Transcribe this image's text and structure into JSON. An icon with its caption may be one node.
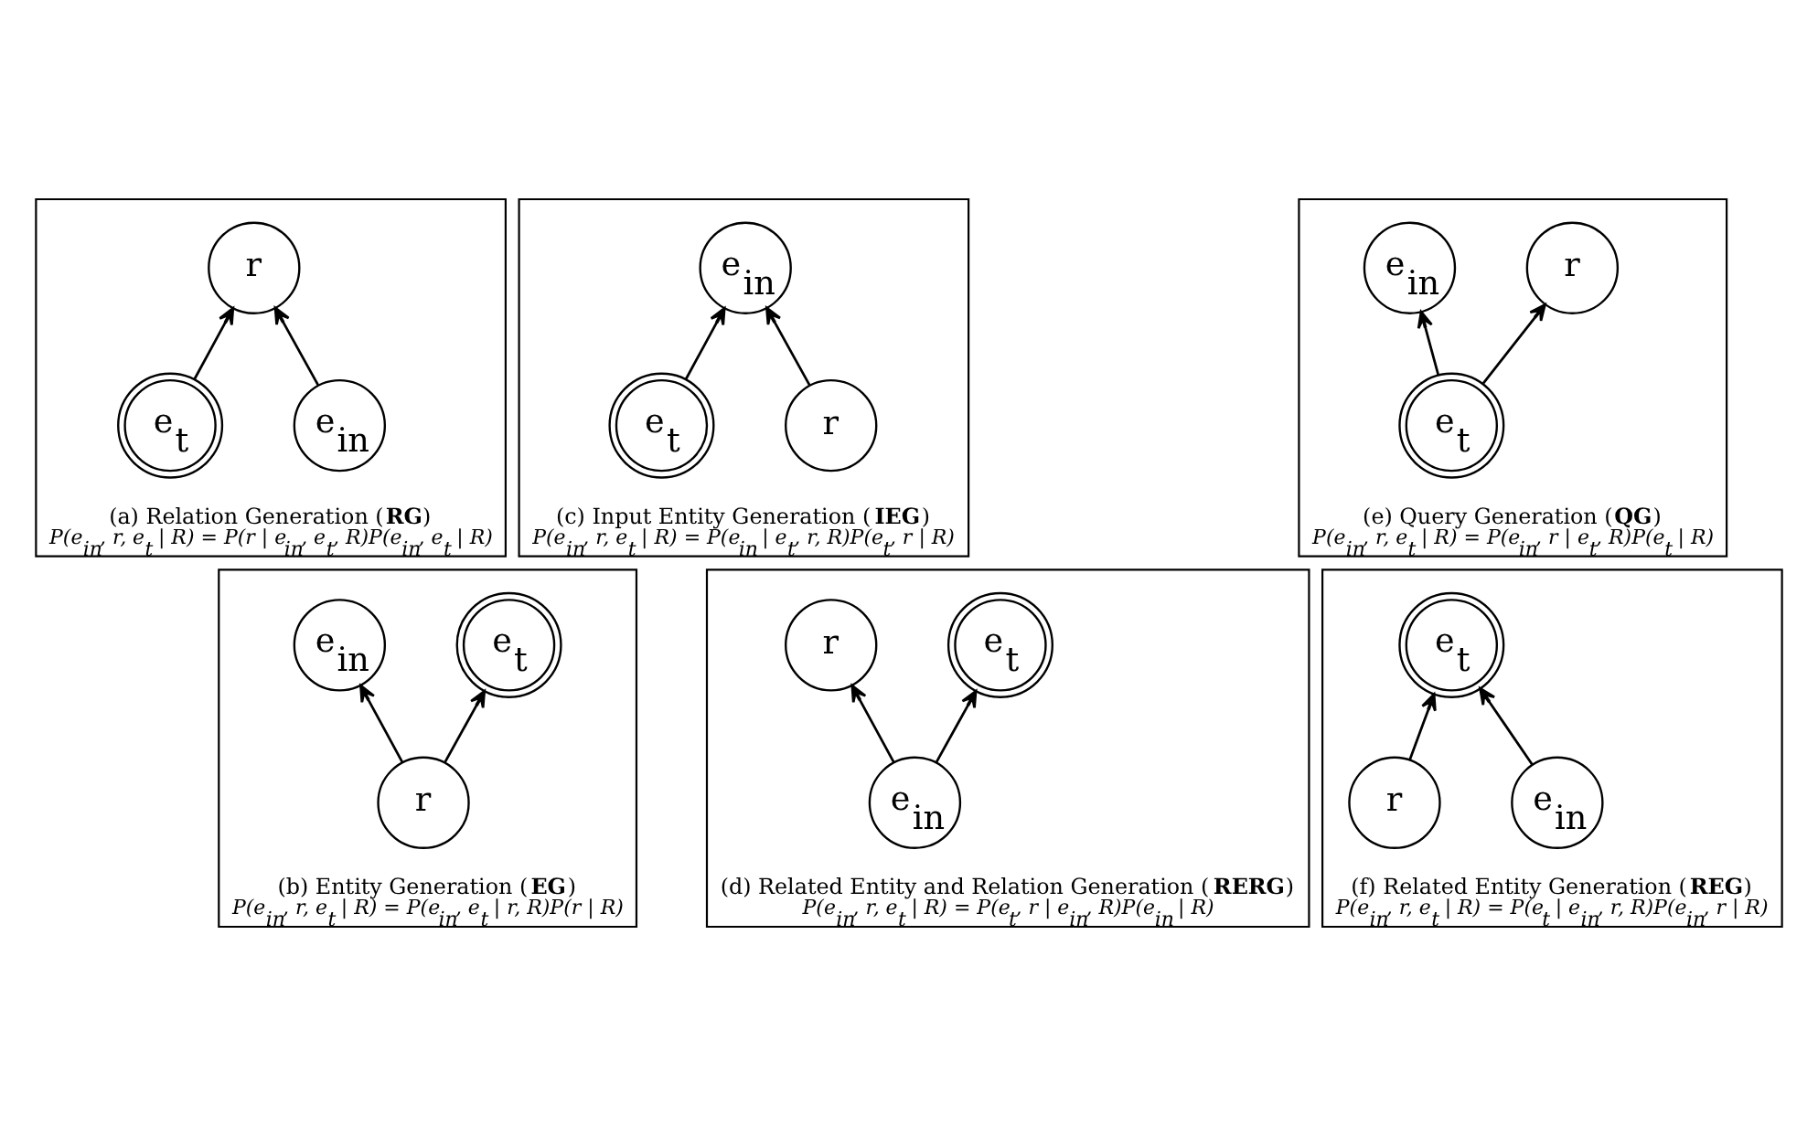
{
  "diagram": {
    "nodes": [
      {
        "text": [
          "(a) Relation Generation (**RG**)",
          "P(e$_{in}$, r, e$_{t}$ | R) = P(r | e$_{in}$, e$_{t}$, R)P(e$_{in}$, e$_{t}$ | R)"
        ]
      },
      {
        "text": [
          "r"
        ],
        "in": 0
      },
      {
        "text": [
          "e$_{in}$"
        ],
        "in": 0
      },
      {
        "text": [
          "e$_{t}$"
        ],
        "in": 0
      },
      {
        "text": [
          "(c) Input Entity Generation (**IEG**)",
          "P(e$_{in}$, r, e$_{t}$ | R) = P(e$_{in}$ | e$_{t}$, r, R)P(e$_{t}$, r | R)"
        ]
      },
      {
        "text": [
          "e$_{in}$"
        ],
        "in": 4
      },
      {
        "text": [
          "r"
        ],
        "in": 4
      },
      {
        "text": [
          "e$_{t}$"
        ],
        "in": 4
      },
      {
        "text": [
          "(e) Query Generation (**QG**)",
          "P(e$_{in}$, r, e$_{t}$ | R) = P(e$_{in}$, r | e$_{t}$, R)P(e$_{t}$ | R)"
        ]
      },
      {
        "text": [
          "e$_{in}$"
        ],
        "in": 8
      },
      {
        "text": [
          "r"
        ],
        "in": 8
      },
      {
        "text": [
          "e$_{t}$"
        ],
        "in": 8
      },
      {
        "text": [
          "(b) Entity Generation (**EG**)",
          "P(e$_{in}$, r, e$_{t}$ | R) = P(e$_{in}$, e$_{t}$ | r, R)P(r | R)"
        ]
      },
      {
        "text": [
          "e$_{in}$"
        ],
        "in": 12
      },
      {
        "text": [
          "e$_{t}$"
        ],
        "in": 12
      },
      {
        "text": [
          "r"
        ],
        "in": 12
      },
      {
        "text": [
          "(d) Related Entity and Relation Generation (**RERG**)",
          "P(e$_{in}$, r, e$_{t}$ | R) = P(e$_{t}$, r | e$_{in}$, R)P(e$_{in}$ | R)"
        ]
      },
      {
        "text": [
          "r"
        ],
        "in": 16
      },
      {
        "text": [
          "e$_{t}$"
        ],
        "in": 16
      },
      {
        "text": [
          "e$_{in}$"
        ],
        "in": 16
      },
      {
        "text": [
          "(f) Related Entity Generation (**REG**)",
          "P(e$_{in}$, r, e$_{t}$ | R) = P(e$_{t}$ | e$_{in}$, r, R)P(e$_{in}$, r | R)"
        ]
      },
      {
        "text": [
          "e$_{t}$"
        ],
        "in": 20
      },
      {
        "text": [
          "e$_{in}$"
        ],
        "in": 20
      },
      {
        "text": [
          "r"
        ],
        "in": 20
      }
    ],
    "edges": [
      {
        "from": 2,
        "to": 1,
        "arrow": "to"
      },
      {
        "from": 3,
        "to": 1,
        "arrow": "to"
      },
      {
        "from": 6,
        "to": 5,
        "arrow": "to"
      },
      {
        "from": 7,
        "to": 5,
        "arrow": "to"
      },
      {
        "from": 11,
        "to": 9,
        "arrow": "to"
      },
      {
        "from": 11,
        "to": 10,
        "arrow": "to"
      },
      {
        "from": 15,
        "to": 13,
        "arrow": "to"
      },
      {
        "from": 15,
        "to": 14,
        "arrow": "to"
      },
      {
        "from": 19,
        "to": 17,
        "arrow": "to"
      },
      {
        "from": 19,
        "to": 18,
        "arrow": "to"
      },
      {
        "from": 22,
        "to": 21,
        "arrow": "to"
      },
      {
        "from": 23,
        "to": 21,
        "arrow": "to"
      }
    ]
  }
}
